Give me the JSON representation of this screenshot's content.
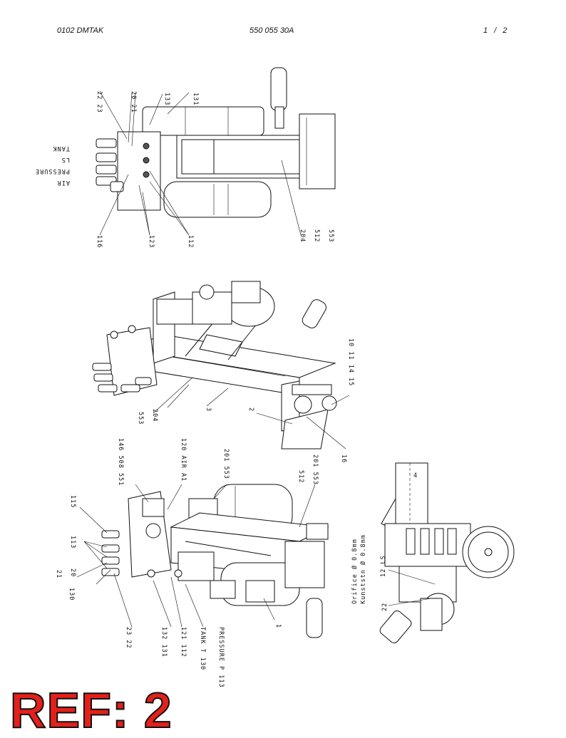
{
  "header": {
    "left": "0102  DMTAK",
    "center": "550 055 30A",
    "right": "1 /  2"
  },
  "view_top": {
    "labels": {
      "l1": "22  23",
      "l2": "20  21",
      "l3": "133",
      "l4": "131",
      "tank": "TANK",
      "ls": "LS",
      "pressure": "PRESSURE",
      "air": "AIR",
      "l116": "116",
      "l123": "123",
      "l112": "112",
      "l204": "204",
      "l512": "512",
      "l553": "553"
    }
  },
  "view_middle": {
    "labels": {
      "l553": "553",
      "l204": "204",
      "l3": "3",
      "l2": "2",
      "l16": "16",
      "l10": "10  11  14  15"
    }
  },
  "view_bottom": {
    "labels": {
      "l21": "21",
      "l130": "130",
      "l20": "20",
      "l113": "113",
      "l115": "115",
      "l146": "146 508 551",
      "l120": "120 AIR A1",
      "l201a": "201 553",
      "l512": "512",
      "l201b": "201 553",
      "l23": "23  22",
      "l132": "132 131",
      "l121": "121 112",
      "tankt": "TANK  T 130",
      "pressp": "PRESSURE  P  113",
      "l1": "1"
    }
  },
  "view_side": {
    "labels": {
      "orifice": "Orifice  Ø 0.8mm",
      "kunststoff": "Kunststn  Ø 0.8mm",
      "l12ls": "12 LS",
      "l22": "22"
    }
  },
  "stamp": {
    "text": "REF: 2",
    "color": "#e3201b"
  }
}
